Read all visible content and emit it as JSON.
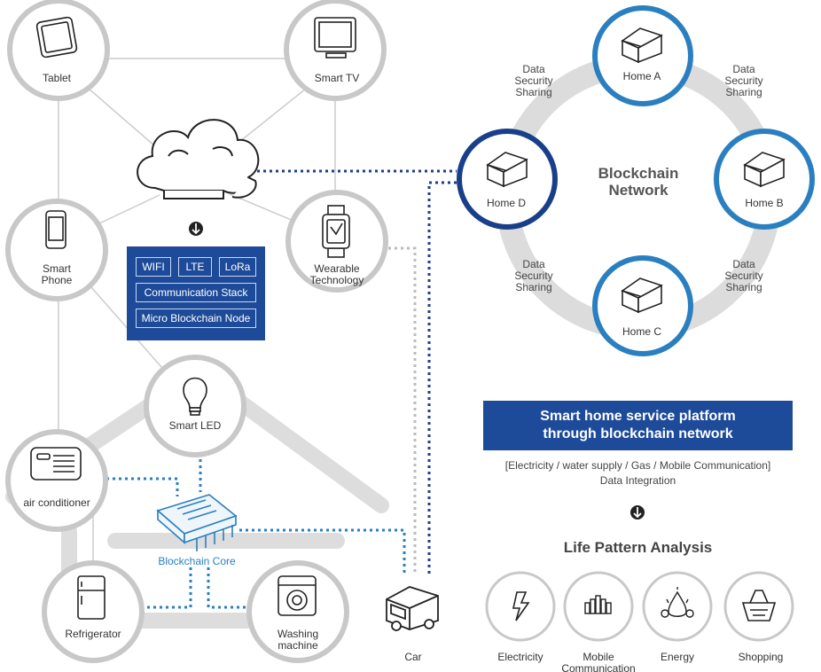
{
  "devices": {
    "tablet": "Tablet",
    "smart_tv": "Smart TV",
    "smart_phone": [
      "Smart",
      "Phone"
    ],
    "wearable": [
      "Wearable",
      "Technology"
    ],
    "smart_led": "Smart LED",
    "air_conditioner": "air conditioner",
    "refrigerator": "Refrigerator",
    "washing_machine": [
      "Washing",
      "machine"
    ],
    "car": "Car",
    "blockchain_core": "Blockchain Core"
  },
  "stack": {
    "wifi": "WIFI",
    "lte": "LTE",
    "lora": "LoRa",
    "communication_stack": "Communication Stack",
    "micro_node": "Micro Blockchain Node"
  },
  "network": {
    "title": [
      "Blockchain",
      "Network"
    ],
    "homes": {
      "a": "Home A",
      "b": "Home B",
      "c": "Home C",
      "d": "Home D"
    },
    "link_label": [
      "Data",
      "Security",
      "Sharing"
    ]
  },
  "platform": {
    "banner": [
      "Smart home service platform",
      "through blockchain network"
    ],
    "sources": "[Electricity / water supply / Gas / Mobile Communication]",
    "integration": "Data Integration",
    "analysis_title": "Life Pattern Analysis"
  },
  "analysis": {
    "electricity": "Electricity",
    "mobile": [
      "Mobile",
      "Communication"
    ],
    "energy": "Energy",
    "shopping": "Shopping"
  },
  "colors": {
    "navy": "#1e4b99",
    "ring_blue": "#2a7fc0",
    "dark_ring": "#1a3f8a",
    "gray_circle": "#c8c8c8",
    "dotted_blue": "#2a7fc0",
    "dotted_navy": "#1e3f8f"
  }
}
